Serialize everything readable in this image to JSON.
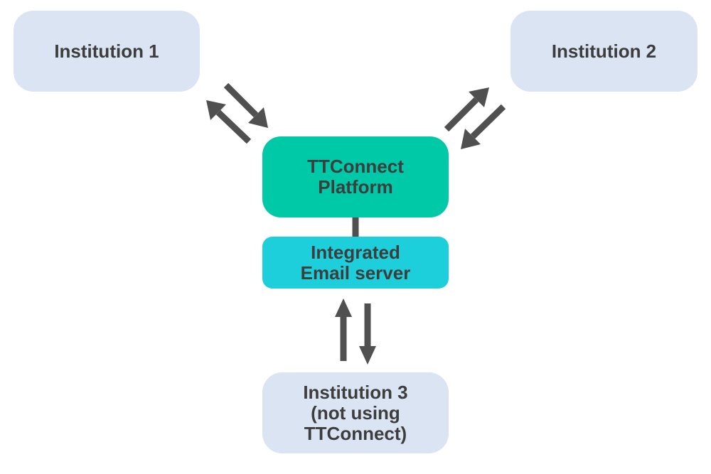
{
  "diagram": {
    "nodes": {
      "institution_1": {
        "label": "Institution 1"
      },
      "institution_2": {
        "label": "Institution 2"
      },
      "platform": {
        "label_line1": "TTConnect",
        "label_line2": "Platform"
      },
      "email_server": {
        "label_line1": "Integrated",
        "label_line2": "Email server"
      },
      "institution_3": {
        "label_line1": "Institution 3",
        "label_line2": "(not using",
        "label_line3": "TTConnect)"
      }
    },
    "colors": {
      "institution_fill": "#dbe4f3",
      "platform_fill": "#00c9a7",
      "email_server_fill": "#1ccfdb",
      "text": "#3d3d3d",
      "arrow": "#505050"
    },
    "edges": [
      {
        "from": "institution_1",
        "to": "platform",
        "direction": "bidirectional"
      },
      {
        "from": "institution_2",
        "to": "platform",
        "direction": "bidirectional"
      },
      {
        "from": "platform",
        "to": "email_server",
        "direction": "none"
      },
      {
        "from": "email_server",
        "to": "institution_3",
        "direction": "bidirectional"
      }
    ]
  }
}
